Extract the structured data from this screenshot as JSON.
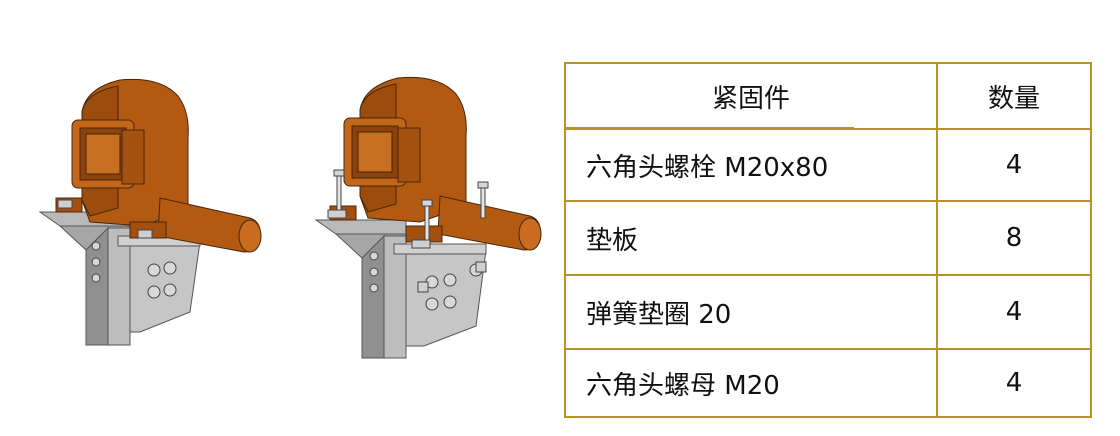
{
  "table": {
    "header": {
      "name": "紧固件",
      "qty": "数量"
    },
    "rows": [
      {
        "name": "六角头螺栓  M20x80",
        "qty": "4"
      },
      {
        "name": "垫板",
        "qty": "8"
      },
      {
        "name": "弹簧垫圈 20",
        "qty": "4"
      },
      {
        "name": "六角头螺母 M20",
        "qty": "4"
      }
    ]
  },
  "colors": {
    "table_border": "#b8932a",
    "gearbox_orange": "#b35a12",
    "bracket_gray": "#9a9a9a"
  }
}
